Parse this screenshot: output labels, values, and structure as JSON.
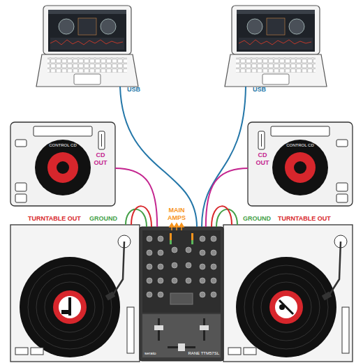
{
  "diagram": {
    "nodes": [
      {
        "text": [
          "CONTROL CD"
        ]
      },
      {
        "text": [
          "CONTROL CD"
        ]
      },
      {
        "text": [
          "serato",
          "RANE TTM57SL"
        ]
      }
    ],
    "edges": [
      {
        "from": 0,
        "to": 2,
        "arrow": "none",
        "label": "CD OUT"
      },
      {
        "from": 1,
        "to": 2,
        "arrow": "none",
        "label": "CD OUT"
      }
    ],
    "labels": [
      "USB",
      "USB",
      "TURNTABLE OUT",
      "GROUND",
      "MAIN AMPS",
      "GROUND",
      "TURNTABLE OUT"
    ]
  }
}
